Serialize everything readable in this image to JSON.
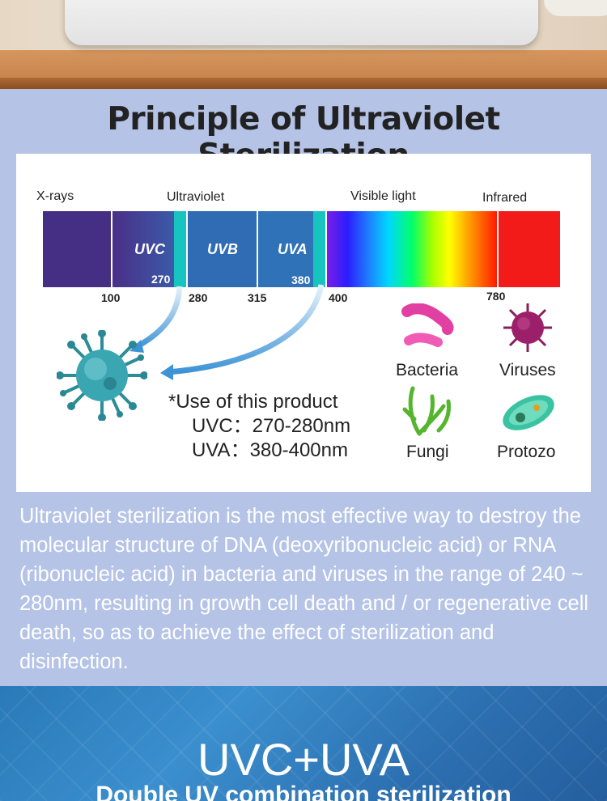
{
  "title": "Principle of Ultraviolet Sterilization",
  "spectrum": {
    "region_labels": {
      "xrays": "X-rays",
      "ultraviolet": "Ultraviolet",
      "visible": "Visible light",
      "infrared": "Infrared"
    },
    "bands": {
      "uvc": "UVC",
      "uvb": "UVB",
      "uva": "UVA",
      "uvc_edge": "270",
      "uva_edge": "380"
    },
    "ticks": [
      "100",
      "280",
      "315",
      "400",
      "780"
    ]
  },
  "microorganisms": [
    "Bacteria",
    "Viruses",
    "Fungi",
    "Protozo"
  ],
  "product_use": {
    "heading": "*Use of this product",
    "uvc": "UVC：270-280nm",
    "uva": "UVA：380-400nm"
  },
  "description": "Ultraviolet sterilization is the most effective way to destroy the molecular structure of DNA (deoxyribonucleic acid) or RNA (ribonucleic acid) in bacteria and viruses in the range of 240 ~ 280nm, resulting in growth cell death and / or regenerative cell death, so as to achieve the effect of sterilization and disinfection.",
  "banner": {
    "title": "UVC+UVA",
    "subtitle": "Double UV combination sterilization"
  },
  "colors": {
    "page_bg": "#b4c3e6",
    "uv_blue": "#2f6cb3",
    "cyan_marker": "#17c4c0",
    "infrared": "#f31a1a"
  },
  "icons": [
    "virus-illustration",
    "bacteria-icon",
    "virus-icon",
    "fungi-icon",
    "protozoa-icon",
    "arrow-icon"
  ]
}
